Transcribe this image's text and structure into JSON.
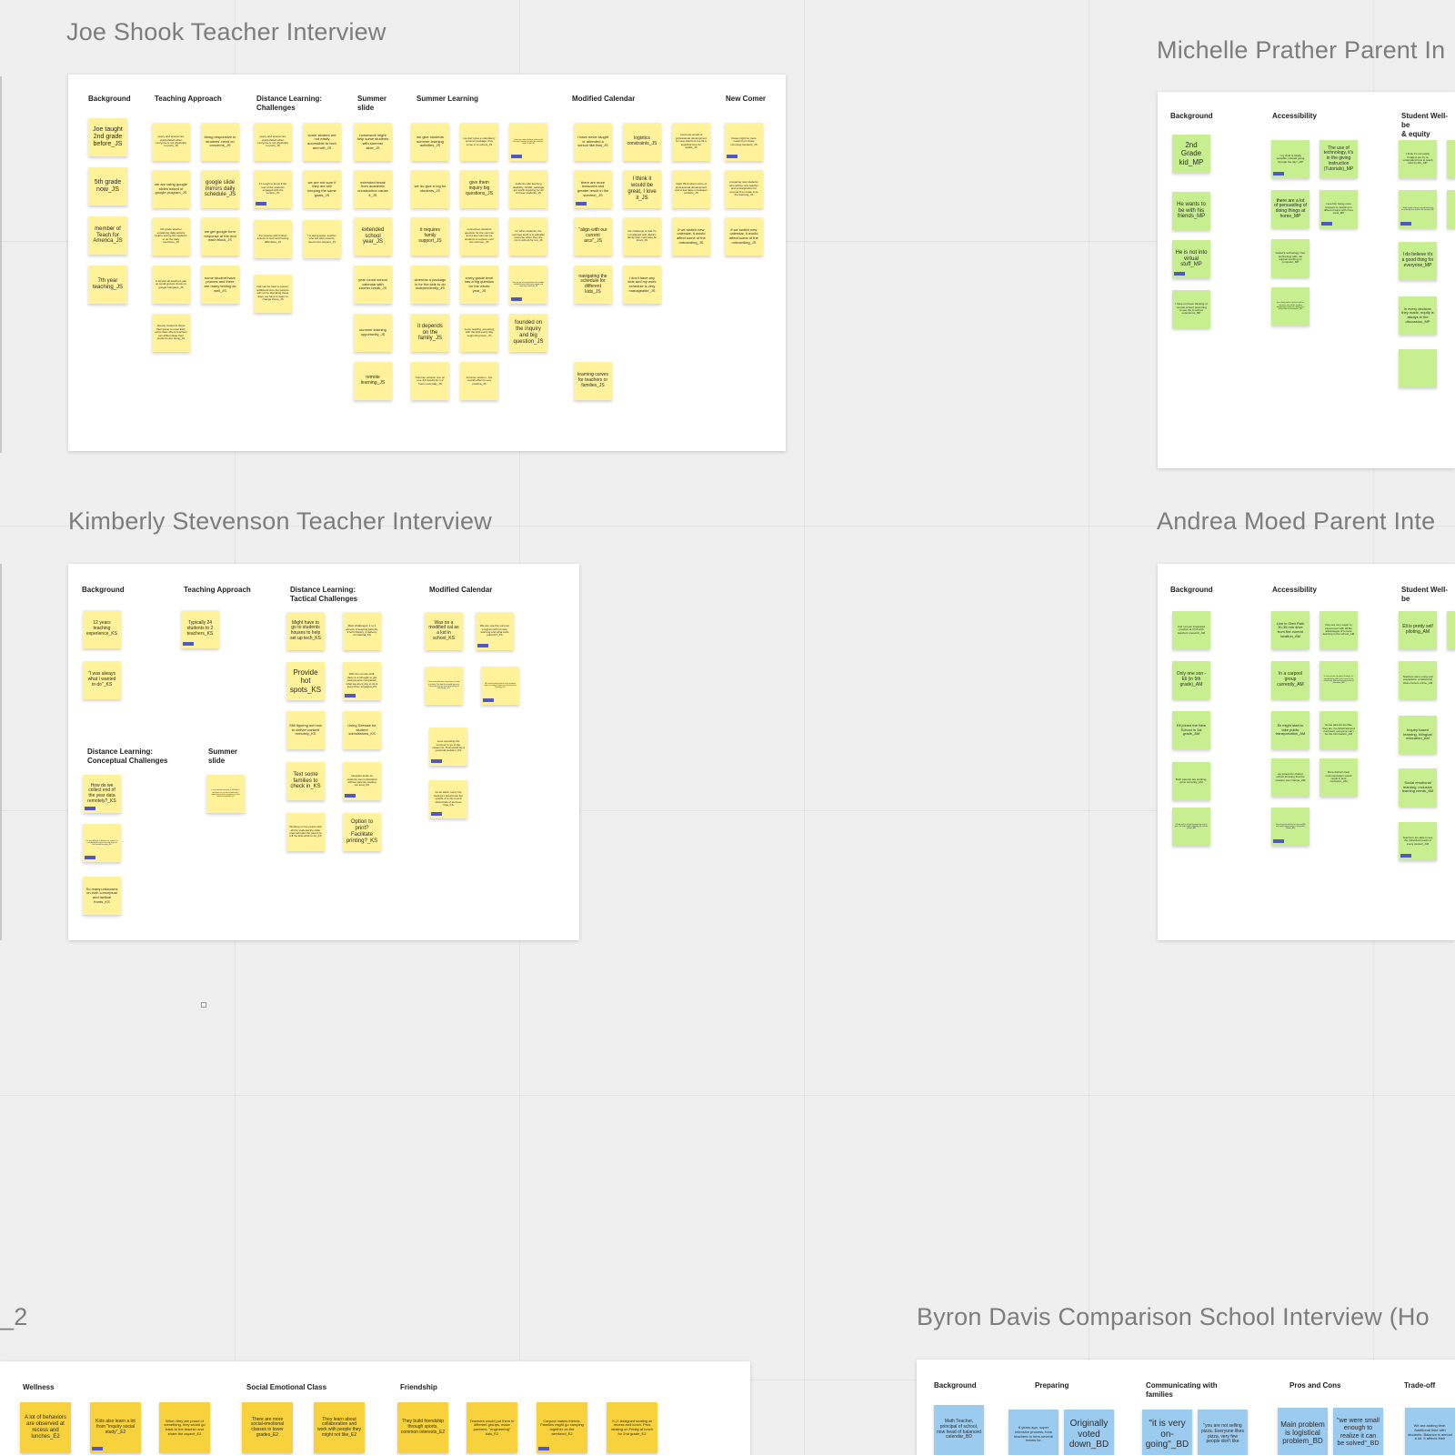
{
  "frames": {
    "joe": {
      "title": "Joe Shook Teacher Interview",
      "columns": {
        "background": "Background",
        "teaching": "Teaching Approach",
        "distance": "Distance Learning:\nChallenges",
        "slide": "Summer\nslide",
        "learning": "Summer Learning",
        "calendar": "Modified Calendar",
        "newcomer": "New Comer"
      },
      "notes": {
        "b1": "Joe taught 2nd grade before_JS",
        "b2": "5th grade now_JS",
        "b3": "member of Teach for America_JS",
        "b4": "7th year teaching_JS",
        "t1": "query and access are exacerbated when everyone is not physically in touch_JS",
        "t2": "being responsive to students' need on concerns_JS",
        "t3": "we are using google slides based of google program_JS",
        "t4": "google slide mirrors daily schedule_JS",
        "t5": "6th grade teacher explaining daily activity before saving the students to do the daily exercises_JS",
        "t6": "we get google form response at the end each block_JS",
        "t7": "in lecture all teachers pair up small groups check on google hangouts_JS",
        "t8": "some student have phones and there are many texting as well_JS",
        "t9": "directly invited to those their game to meet ELP, extra class where teachers can differentiate their student's are doing_JS",
        "d1": "query and access are exacerbated when everyone is not physically in touch_JS",
        "d2": "some student are not easily accessible to tech and wifi_JS",
        "d3": "it's tough to know if the rest of the students engaged with the version_JS",
        "d4": "we are not sure if they are still keeping the same goals_JS",
        "d5": "the parents with limited access to tech and having difficulties_JS",
        "d6": "I'm doing great, teacher who are also parents, need more support_JS",
        "d7": "that can be hard to parent, additional time the parents will not be attending those days, we have to learn to change those_JS",
        "s1": "homework might help some students with summer slide_JS",
        "s2": "extended break from academic construction cause it_JS",
        "s3": "extended school year_JS",
        "s4": "year round school calendar with shorter break_JS",
        "s5": "summer learning opportunity_JS",
        "s6": "remote learning_JS",
        "l1": "we give students summer learning activities_JS",
        "l2": "we don't give a mandatory summer package, they come in to school_JS",
        "l3": "there are some students who would benefit, learning this gap for summer, tutors in the JS",
        "l4": "we do give a log for students_JS",
        "l5": "give them inquiry big questions_JS",
        "l6": "students with learning disability, ADHD, package are worth inquiring for all of these students_JS",
        "l7": "it requires family support_JS",
        "l8": "connected, students question for the summer and a few summer for students to explore over the summer_JS",
        "l9": "for other students, the summer work is a valuable resource when they are not in school for too_JS",
        "l10": "whereas a package is for the kids to do independently_JS",
        "l11": "every grade level has a big question for the whole year_JS",
        "l12": "why we go what we believe the student would be most likely to be doing and what they could do_JS",
        "l13": "it depends on the family_JS",
        "l14": "some reading, preparing with the kids every day supporting them_JS",
        "l15": "founded on the inquiry and big question_JS",
        "l16": "Summer session one on one 4-6 weeks for 1-2 hours everyday_JS",
        "l17": "summer session - the overall effect is very positive_JS",
        "c1": "I have never taught or attended a school like that_JS",
        "c2": "logistics constraints_JS",
        "c3": "I and rest would of professional development for new teachers but its a logistical time for adults_JS",
        "c4": "there are more treasures and greater result in the summer_JS",
        "c5": "I think it would be great, I love it_JS",
        "c6": "might think about some of professional development and a few days in between workers_JS",
        "c7": "\"align with our current arcs\"_JS",
        "c8": "the challenge is that it's not aligned with district, family plan must also be struct_JS",
        "c9": "if we switch new calendar, it would affect some of the onboarding_JS",
        "c10": "navigating the schedule for different kids_JS",
        "c11": "I don't have any kids and my work schedule is very manageable_JS",
        "c12": "learning curves for teachers or families_JS",
        "n1": "those might be more needs from those incoming students_JS",
        "n2": "preparing new students who will be new teacher and a designation for anyone fit to make sure the learning_JS",
        "n3": "if we switch new calendar, it would affect some of the onboarding_JS"
      }
    },
    "michelle": {
      "title": "Michelle Prather Parent In",
      "columns": {
        "background": "Background",
        "accessibility": "Accessibility",
        "wellbeing": "Student Well-be\n& equity"
      },
      "notes": {
        "b1": "2nd Grade kid_MP",
        "b2": "He wants to be with his friends_MP",
        "b3": "He is not into virtual stuff_MP",
        "b4": "I have not been thinking of 'remote school' preferring to see the in-school experience_MP",
        "a1": "\"my child is totally possible, instead going through the day\"_MP",
        "a2": "The use of technology, it's in the giving instruction (Tutorials)_MP",
        "a3": "there are a lot of persuading of doing things at home_MP",
        "a4": "I see him being more focused on learning in different ways with more tools_MP",
        "a5": "Fellow's technology, free technology aids, we support working on computer_MP",
        "a6": "he is doing well in classes with his teachers who will be reading assignments when his sibling is in school time for homework_MP",
        "w1": "I think it's not easily bridged, we try to understand how to teach kids by IRL_MP",
        "w2": "I think equity is being considered and a lot of things are in place for the kids_MP",
        "w3": "I do believe it's a good thing for everyone_MP",
        "w4": "in every decision they made, equity is always in the discussion_MP",
        "w5": ""
      }
    },
    "kimberly": {
      "title": "Kimberly Stevenson Teacher Interview",
      "columns": {
        "background": "Background",
        "teaching": "Teaching Approach",
        "tactical": "Distance Learning:\nTactical Challenges",
        "calendar": "Modified Calendar",
        "conceptual": "Distance Learning:\nConceptual Challenges",
        "slide": "Summer\nslide"
      },
      "notes": {
        "b1": "12 years teaching experience_KS",
        "b2": "\"I was always what I wanted to do\"_KS",
        "t1": "Typically 24 students to 2 teachers_KS",
        "tc1": "Might have to go to students houses to help set up tech_KS",
        "tc2": "Main challenges: 1 to 1 access, 2 keeping parents, 3 tech literacy, 4 delivery of material_KS",
        "tc3": "Provide hot spots_KS",
        "tc4": "With the remote stuff, there is a struggle to get assignments completed, what we are trying to do is keep them engaged_KS",
        "tc5": "Still figuring out how to deliver content remotely_KS",
        "tc6": "Using Seesaw for student submissions_KS",
        "tc7": "Text some families to check in_KS",
        "tc8": "Integrate audio so students can understand without parents reading out loud_KS",
        "tc9": "Working on the points with all the students the older ones will take the parent to tell the kids what to do_KS",
        "tc10": "Option to print? Facilitate printing?_KS",
        "c1": "Was on a modified cal as a kid in school_KS",
        "c2": "We can use the summer program with remote learning and what suits parents?_KS",
        "c3": "\"I was a kid that was very driven to learn in school. The kids that would be more successful are the ones who will go to the library\"_KS",
        "c4": "We would really need to have students who are ready to learn in school.remote learning_KS",
        "c5": "Love spending the summer to go to the museums. That would be a personal problem_KS",
        "c6": "As an adult, every her feelings I would lose the upside of a trip to and what kinds of summer trips_KS",
        "cc1": "How do we collect end of the year data remotely?_KS",
        "cc2": "It's very difficult to deliver the content in a meaningful way for the kids to go to the remote learning_KS",
        "cc3": "So many unknowns on both conceptual and tactical fronts_KS",
        "s1": "I see summer session, it will help if teachers are on the school and a refreshment of the program is in the hands of students_KS"
      }
    },
    "andrea": {
      "title": "Andrea Moed Parent Inte",
      "columns": {
        "background": "Background",
        "accessibility": "Accessibility",
        "wellbeing": "Student Well-be"
      },
      "notes": {
        "b1": "And runs an integrated practice at CCA with teachers research_AM",
        "b2": "Only one son - Eli (in 5th grade)_AM",
        "b3": "Eli joined the New School in 1st grade_AM",
        "b4": "Both parents are working, gone currently_AM",
        "b5": "Eli did well in school through the rest of year, he had trouble adjusting for remote phase_AM",
        "a1": "Live in Glen Park 30-35 min drive from the current location_AM",
        "a2": "they are very eager to experiment with all the advantages of remote learning in the school_AM",
        "a3": "In a carpool group currently_AM",
        "a4": "It is key to the schedule of things, it's needed to be able to be a part of the school with different learning levels of education_AM",
        "a5": "Eli might start to take public transportation_AM",
        "a6": "Some parents feel like they are overwhelmed and confused, everyone can't be the information_AM",
        "a7": "we joined the charter school knowing that the location can change_AM",
        "a8": "More distinct clear communication would result in less confusion_AM",
        "a9": "One of my friends had a tutor and Eli and some experiences to remember phase_AM",
        "w1": "Eli is pretty self piloting_AM",
        "w2": "Teachers were using real preparation of delivering class content online_AM",
        "w3": "Inquiry based learning, bilingual education_AM",
        "w4": "Social emotional learning, inclusive learning needs_AM",
        "w5": "Teachers are able to see the individual needs of every student_AM"
      }
    },
    "wellness": {
      "title": "_2",
      "columns": {
        "wellness": "Wellness",
        "sec": "Social Emotional Class",
        "friendship": "Friendship"
      },
      "notes": {
        "w1": "A lot of behaviors are observed at recess and lunches_E2",
        "w2": "Kids also learn a lot from \"inquiry social study\"_E2",
        "w3": "When they are proud of something, they would go back to the teacher and share the aspect_E2",
        "s1": "There are more social-emotional classes in lower grades_E2",
        "s2": "They learn about collaboration and work with people they might not like_E2",
        "f1": "They build friendship through sports, common interests_E2",
        "f2": "Teachers would put them in different groups, make partners, \"engineering\" kids_E2",
        "f3": "Carpool makes friends. Families might go camping together on the weekend_E2",
        "f4": "K-2: Assigned seating at recess and lunch. Pros seating on Friday at lunch for 2nd grade_E2"
      }
    },
    "byron": {
      "title": "Byron Davis Comparison School Interview (Ho",
      "columns": {
        "background": "Background",
        "preparing": "Preparing",
        "communicating": "Communicating with\nfamilies",
        "pros": "Pros and Cons",
        "tradeoff": "Trade-off"
      },
      "notes": {
        "b1": "Math Teacher, principal of school, now head of balanced calendar_BD",
        "p1": "8 years ago, super intensive process, took teachers to form several teams for",
        "p2": "Originally voted down_BD",
        "c1": "\"it is very on-going\"_BD",
        "c2": "\"you are not selling pizza. Everyone likes pizza, very few people don't like",
        "pr1": "Main problem is logistical problem_BD",
        "pr2": "\"we were small enough to realize it can be solved\"_BD",
        "tr1": "We are adding time. Additional time with students. Balance is almost a lot. It affects their"
      }
    }
  },
  "colors": {
    "canvas": "#efefef",
    "yellow_sticky": "#fff29a",
    "green_sticky": "#c7ef8f",
    "blue_sticky": "#9ccbf0",
    "gold_sticky": "#f7d23c",
    "tag": "#4f57c9",
    "title_gray": "#7d7d7d"
  }
}
